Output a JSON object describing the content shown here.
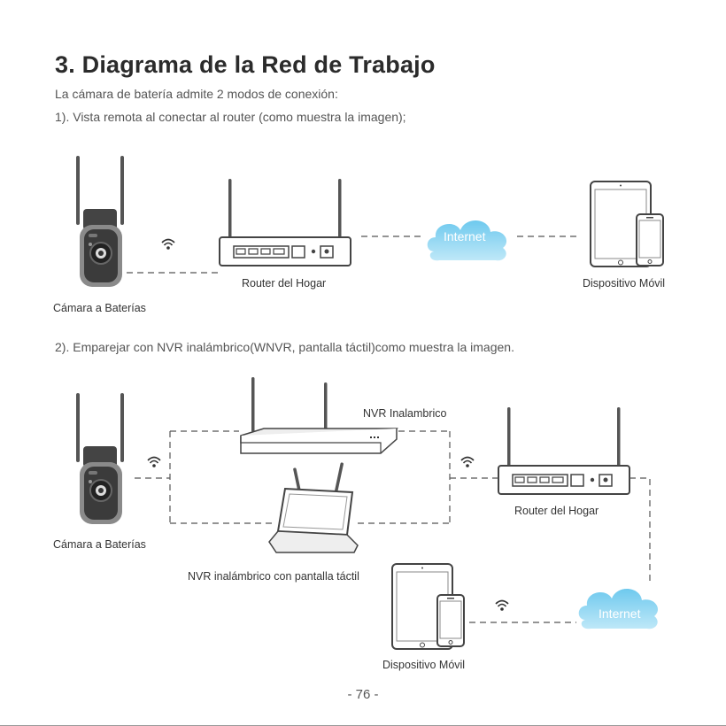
{
  "title": "3. Diagrama de la Red de Trabajo",
  "intro": "La cámara de batería admite 2 modos de conexión:",
  "mode1": "1). Vista remota al conectar al router (como muestra la imagen);",
  "mode2": "2). Emparejar con NVR inalámbrico(WNVR, pantalla táctil)como muestra la imagen.",
  "labels": {
    "camera": "Cámara a Baterías",
    "router": "Router del Hogar",
    "mobile": "Dispositivo Móvil",
    "internet": "Internet",
    "nvr": "NVR Inalambrico",
    "nvr_touch": "NVR inalámbrico con pantalla táctil"
  },
  "page_number": "- 76 -",
  "colors": {
    "cloud_top": "#6ec9ee",
    "cloud_bottom": "#b9e6f8",
    "line": "#555555",
    "device": "#444444"
  }
}
